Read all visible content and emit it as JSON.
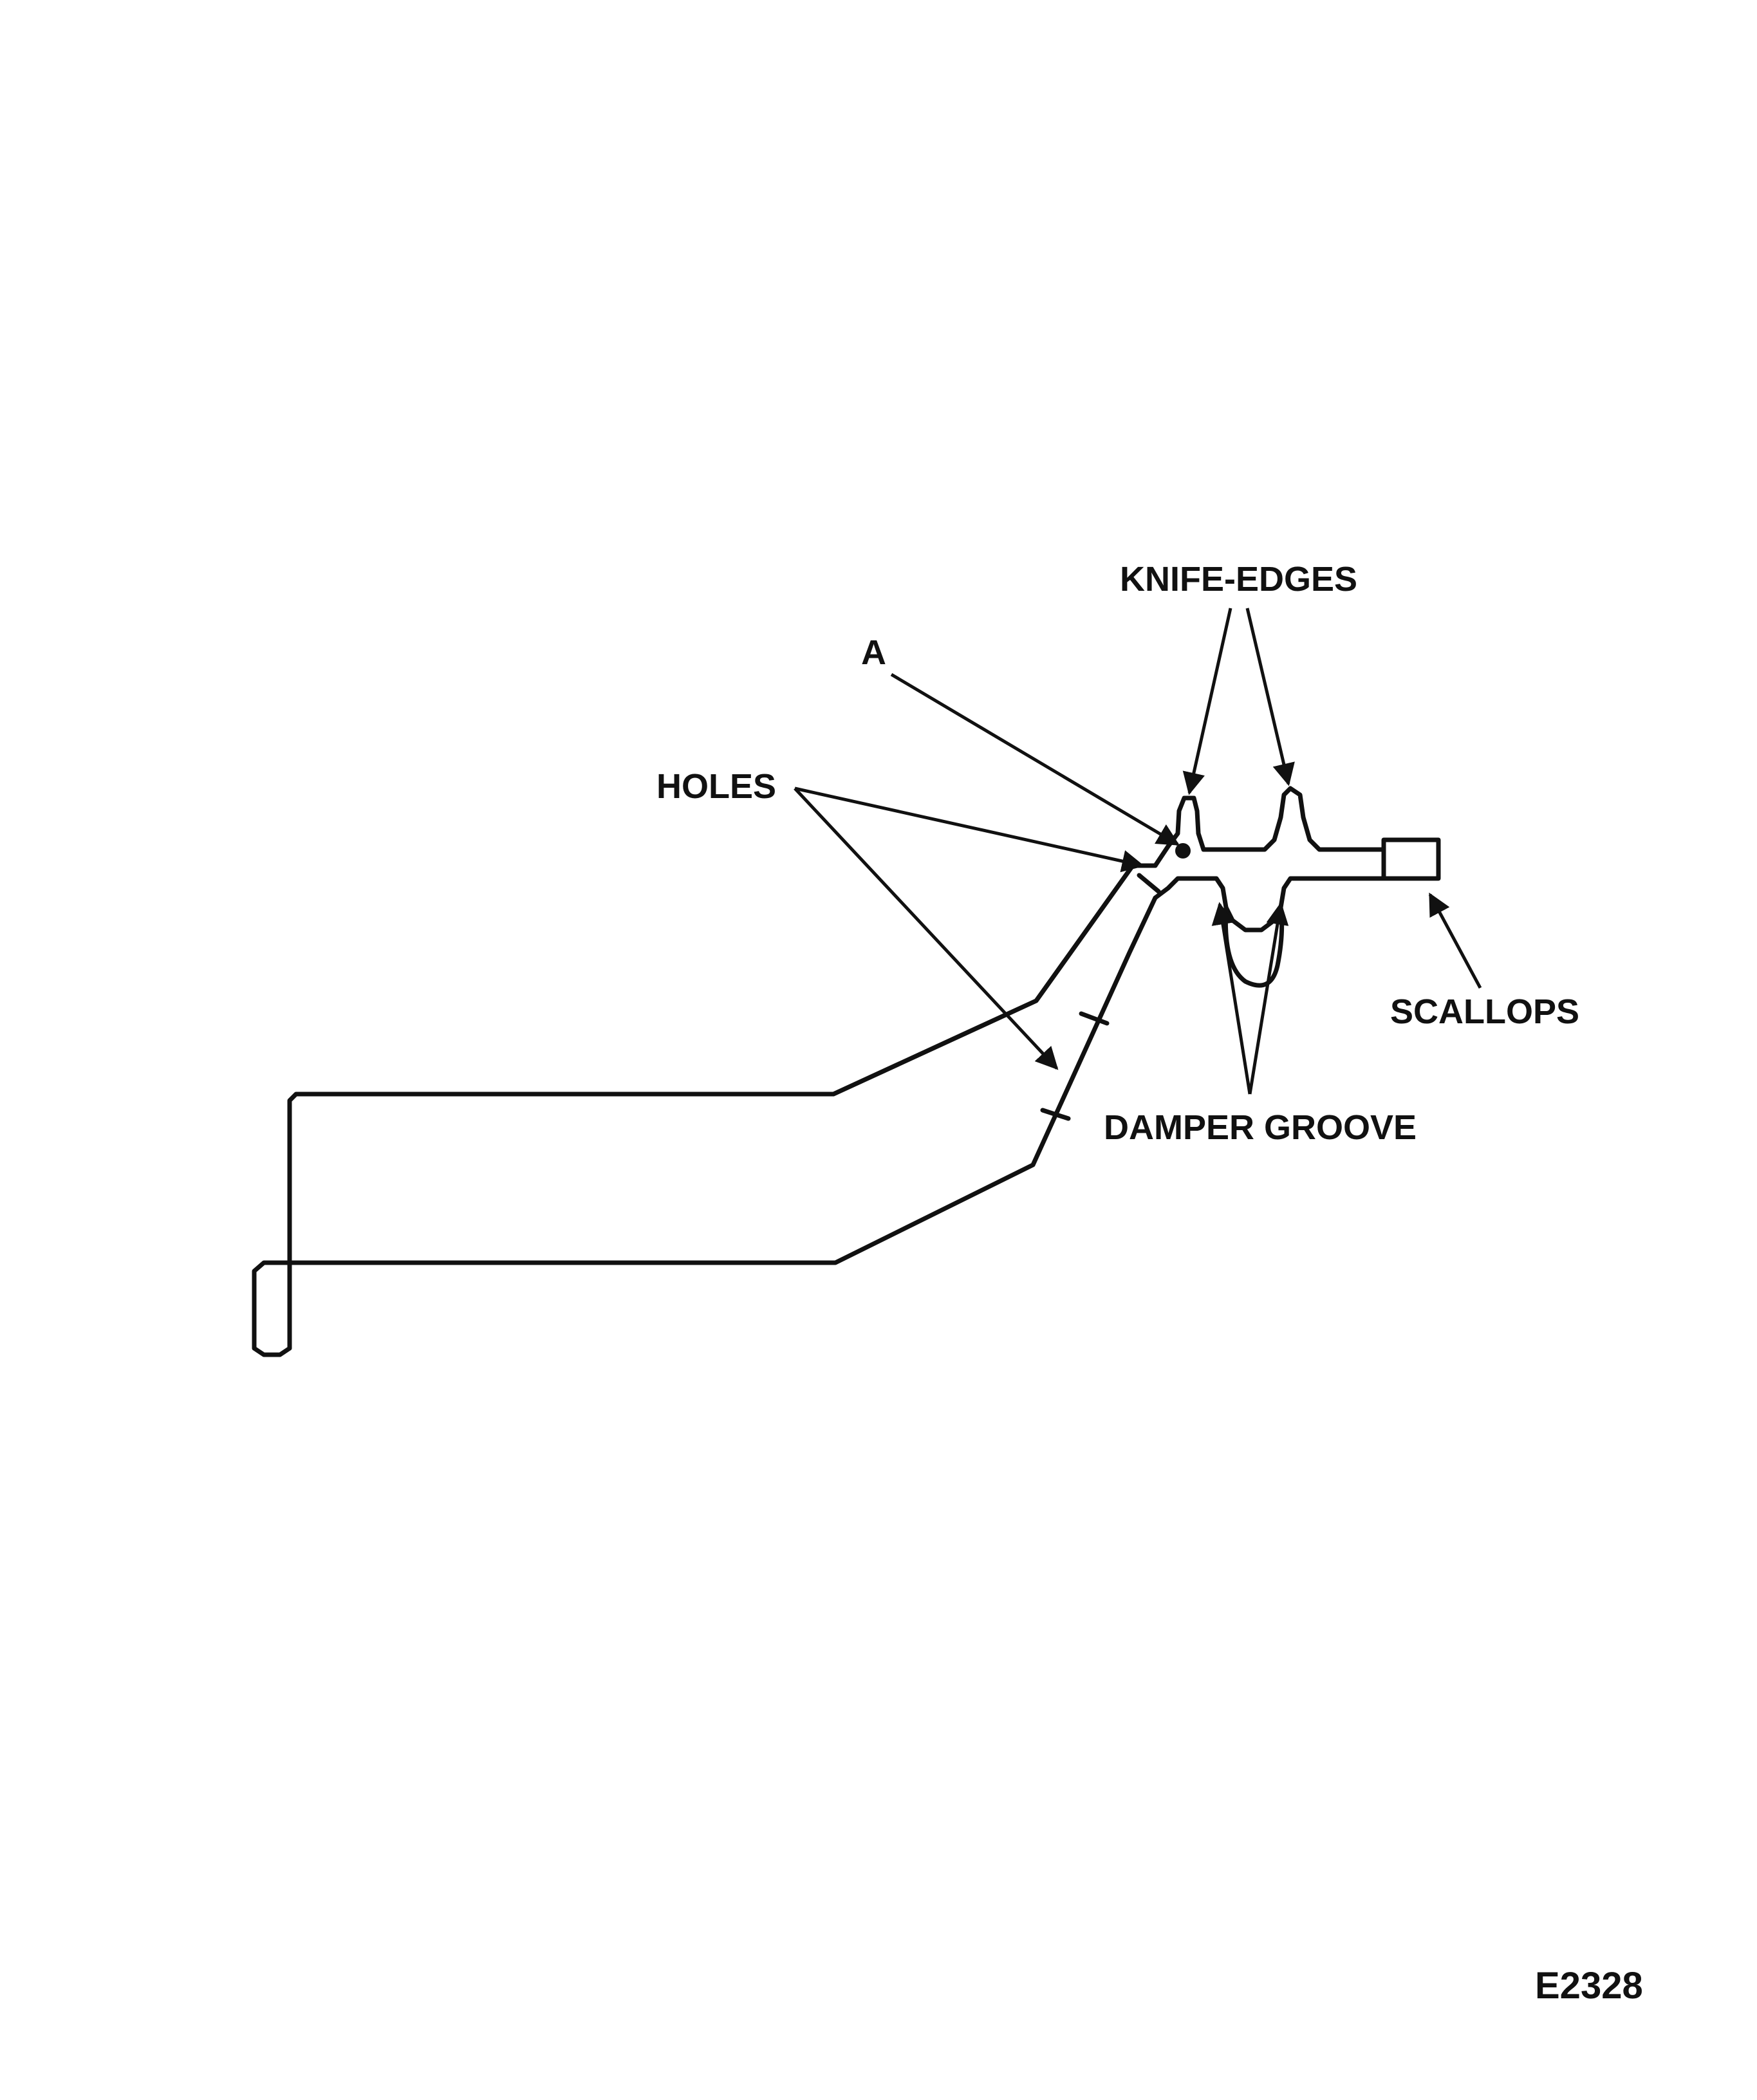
{
  "labels": {
    "knife_edges": "KNIFE-EDGES",
    "point_a": "A",
    "holes": "HOLES",
    "scallops": "SCALLOPS",
    "damper_groove": "DAMPER GROOVE"
  },
  "figure_number": "E2328",
  "colors": {
    "line": "#111111",
    "background": "#ffffff"
  }
}
